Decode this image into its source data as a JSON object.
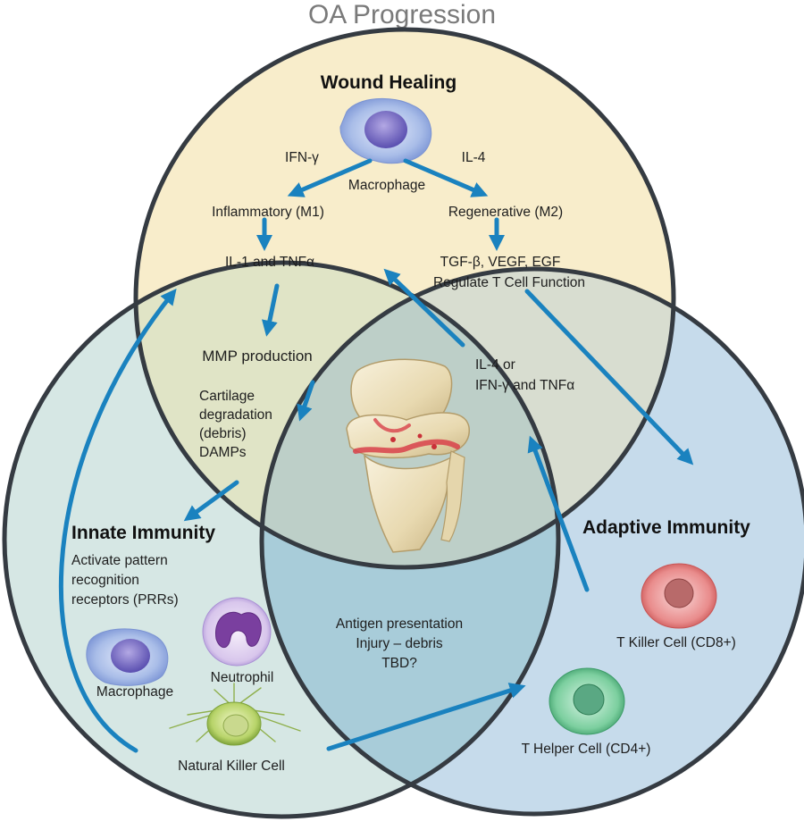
{
  "title": "OA Progression",
  "colors": {
    "wound_fill": "#f8edcb",
    "innate_fill": "#d6e7e4",
    "adaptive_fill": "#c6dbeb",
    "circle_stroke": "#353b42",
    "arrow": "#1a82bf"
  },
  "wound_healing": {
    "heading": "Wound Healing",
    "ifn": "IFN-γ",
    "il4": "IL-4",
    "macrophage": "Macrophage",
    "m1": "Inflammatory (M1)",
    "m2": "Regenerative (M2)",
    "il1": "IL-1 and TNFα",
    "tgf": "TGF-β, VEGF, EGF",
    "regulate": "Regulate T Cell Function"
  },
  "overlap_wound_innate": {
    "mmp": "MMP production",
    "cartilage_lines": [
      "Cartilage",
      "degradation",
      "(debris)",
      "DAMPs"
    ]
  },
  "overlap_wound_adaptive": {
    "lines": [
      "IL-4  or",
      "IFN-γ and TNFα"
    ]
  },
  "innate_immunity": {
    "heading": "Innate Immunity",
    "prr_lines": [
      "Activate pattern",
      "recognition",
      "receptors  (PRRs)"
    ],
    "macrophage": "Macrophage",
    "neutrophil": "Neutrophil",
    "nk_cell": "Natural Killer Cell"
  },
  "overlap_innate_adaptive": {
    "lines": [
      "Antigen presentation",
      "Injury – debris",
      "TBD?"
    ]
  },
  "adaptive_immunity": {
    "heading": "Adaptive Immunity",
    "t_killer": "T Killer Cell (CD8+)",
    "t_helper": "T Helper Cell (CD4+)"
  },
  "icons": {
    "knee": "knee-joint-illustration",
    "macrophage": "macrophage-cell-icon",
    "neutrophil": "neutrophil-cell-icon",
    "nk_cell": "natural-killer-cell-icon",
    "t_killer": "t-killer-cell-icon",
    "t_helper": "t-helper-cell-icon"
  }
}
